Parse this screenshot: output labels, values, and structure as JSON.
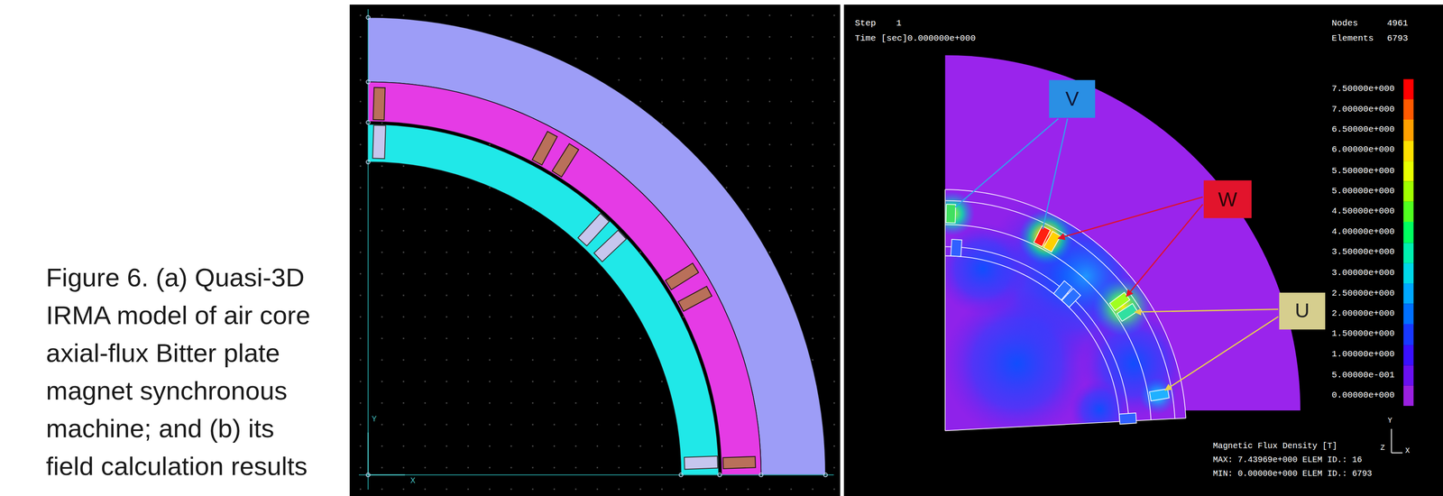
{
  "diagram": {
    "caption": "Figure 6. (a) Quasi-3D IRMA model of air core axial-flux Bitter plate magnet synchronous machine; and (b) its field calculation results",
    "nodes": [
      {
        "text": [
          "V"
        ]
      },
      {
        "text": [
          "W"
        ]
      },
      {
        "text": [
          "U"
        ]
      }
    ],
    "labels": [
      "Y",
      "X",
      "Step",
      "1",
      "Time [sec]",
      "0.000000e+000",
      "Nodes",
      "4961",
      "Elements",
      "6793",
      "Magnetic Flux Density [T]",
      "MAX: 7.43969e+000 ELEM ID.: 16",
      "MIN: 0.00000e+000 ELEM ID.: 6793",
      "Y",
      "X",
      "Z"
    ],
    "legend": [
      {
        "text": "7.50000e+000",
        "color": "#ff0000"
      },
      {
        "text": "7.00000e+000",
        "color": "#ff5a00"
      },
      {
        "text": "6.50000e+000",
        "color": "#ffa000"
      },
      {
        "text": "6.00000e+000",
        "color": "#ffe000"
      },
      {
        "text": "5.50000e+000",
        "color": "#e8ff00"
      },
      {
        "text": "5.00000e+000",
        "color": "#a0ff00"
      },
      {
        "text": "4.50000e+000",
        "color": "#50ff20"
      },
      {
        "text": "4.00000e+000",
        "color": "#00ff60"
      },
      {
        "text": "3.50000e+000",
        "color": "#00f0b0"
      },
      {
        "text": "3.00000e+000",
        "color": "#00d8e8"
      },
      {
        "text": "2.50000e+000",
        "color": "#00a8ff"
      },
      {
        "text": "2.00000e+000",
        "color": "#0070ff"
      },
      {
        "text": "1.50000e+000",
        "color": "#1838ff"
      },
      {
        "text": "1.00000e+000",
        "color": "#3a10ff"
      },
      {
        "text": "5.00000e-001",
        "color": "#6a10f0"
      },
      {
        "text": "0.00000e+000",
        "color": "#9a20e0"
      }
    ]
  }
}
